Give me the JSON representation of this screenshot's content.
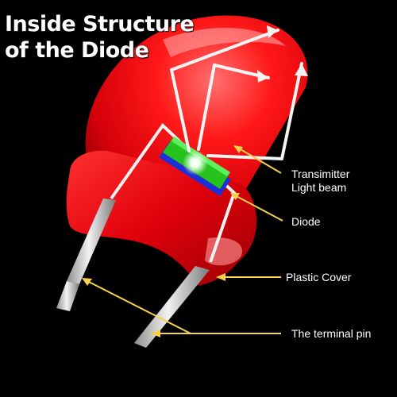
{
  "title": {
    "line1": "Inside Structure",
    "line2": "of the Diode"
  },
  "labels": {
    "light_beam_line1": "Transimitter",
    "light_beam_line2": "Light beam",
    "diode": "Diode",
    "plastic_cover": "Plastic Cover",
    "terminal_pin": "The terminal pin"
  },
  "colors": {
    "background": "#000000",
    "lens_red": "#e8000a",
    "pointer_yellow": "#f6d24a",
    "chip_green": "#26c21d",
    "chip_blue": "#1d2fd6",
    "ray_white": "#f4f4f4"
  }
}
